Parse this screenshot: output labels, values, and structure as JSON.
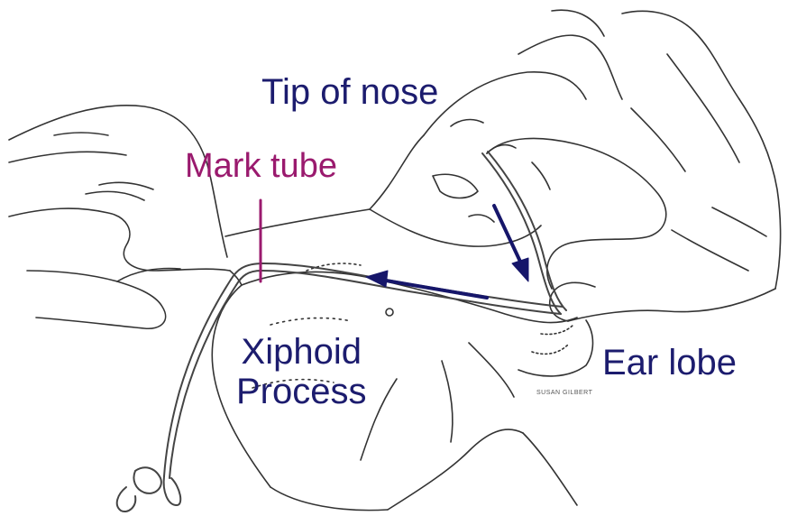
{
  "labels": {
    "tip_of_nose": "Tip of nose",
    "mark_tube": "Mark tube",
    "xiphoid_line1": "Xiphoid",
    "xiphoid_line2": "Process",
    "ear_lobe": "Ear lobe",
    "illustrator_signature": "SUSAN GILBERT"
  },
  "colors": {
    "label_blue": "#1c1c6e",
    "mark_purple": "#9a1a6e",
    "arrow_navy": "#16166a",
    "line_art": "#333333"
  },
  "icons": {
    "arrow_nose_to_ear": "arrow-down-right-icon",
    "arrow_ear_to_xiphoid": "arrow-left-icon"
  }
}
